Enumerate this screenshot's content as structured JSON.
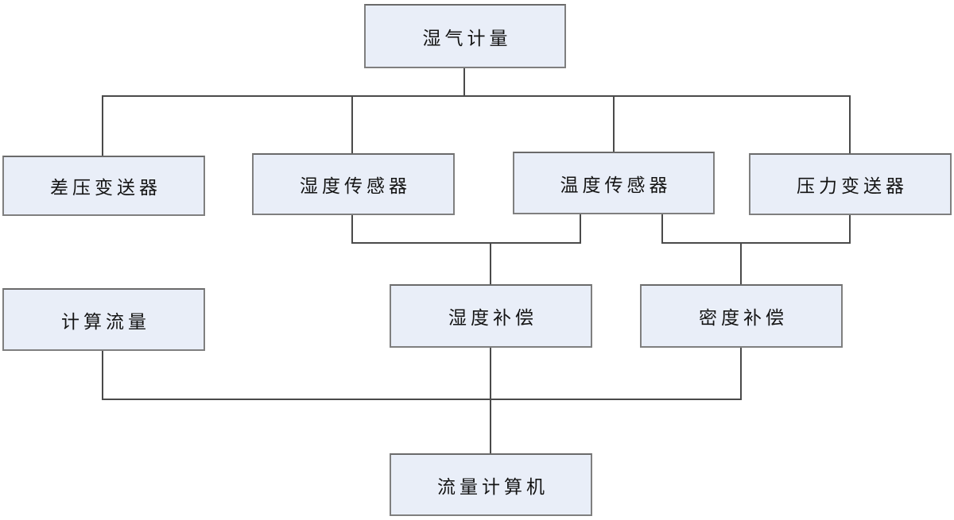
{
  "diagram": {
    "type": "flowchart",
    "language": "zh-CN",
    "nodes": [
      {
        "id": "wet_gas_metering",
        "label": "湿气计量"
      },
      {
        "id": "diff_pressure_transmitter",
        "label": "差压变送器"
      },
      {
        "id": "humidity_sensor",
        "label": "湿度传感器"
      },
      {
        "id": "temperature_sensor",
        "label": "温度传感器"
      },
      {
        "id": "pressure_transmitter",
        "label": "压力变送器"
      },
      {
        "id": "calculate_flow",
        "label": "计算流量"
      },
      {
        "id": "humidity_compensation",
        "label": "湿度补偿"
      },
      {
        "id": "density_compensation",
        "label": "密度补偿"
      },
      {
        "id": "flow_computer",
        "label": "流量计算机"
      }
    ],
    "edges": [
      {
        "from": "wet_gas_metering",
        "to": "diff_pressure_transmitter"
      },
      {
        "from": "wet_gas_metering",
        "to": "humidity_sensor"
      },
      {
        "from": "wet_gas_metering",
        "to": "temperature_sensor"
      },
      {
        "from": "wet_gas_metering",
        "to": "pressure_transmitter"
      },
      {
        "from": "diff_pressure_transmitter",
        "to": "calculate_flow"
      },
      {
        "from": "humidity_sensor",
        "to": "humidity_compensation"
      },
      {
        "from": "temperature_sensor",
        "to": "humidity_compensation"
      },
      {
        "from": "temperature_sensor",
        "to": "density_compensation"
      },
      {
        "from": "pressure_transmitter",
        "to": "density_compensation"
      },
      {
        "from": "calculate_flow",
        "to": "flow_computer"
      },
      {
        "from": "humidity_compensation",
        "to": "flow_computer"
      },
      {
        "from": "density_compensation",
        "to": "flow_computer"
      }
    ],
    "colors": {
      "node_fill": "#e9eef8",
      "node_border": "#7f7f7f",
      "edge_line": "#4a4a4a",
      "text": "#141414",
      "background": "#ffffff"
    }
  }
}
